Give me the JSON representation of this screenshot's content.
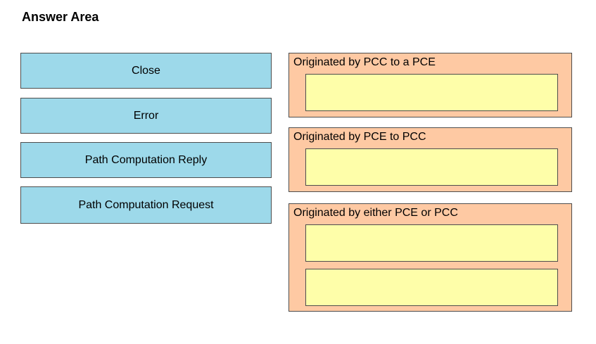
{
  "title": "Answer Area",
  "choices": [
    {
      "label": "Close"
    },
    {
      "label": "Error"
    },
    {
      "label": "Path Computation Reply"
    },
    {
      "label": "Path Computation Request"
    }
  ],
  "targets": [
    {
      "label": "Originated by PCC to a PCE",
      "slots": 1
    },
    {
      "label": "Originated by PCE to PCC",
      "slots": 1
    },
    {
      "label": "Originated by either PCE or PCC",
      "slots": 2
    }
  ],
  "colors": {
    "choice_fill": "#9dd9ea",
    "group_fill": "#fec9a3",
    "slot_fill": "#fefea9",
    "border": "#4d4d4d"
  }
}
